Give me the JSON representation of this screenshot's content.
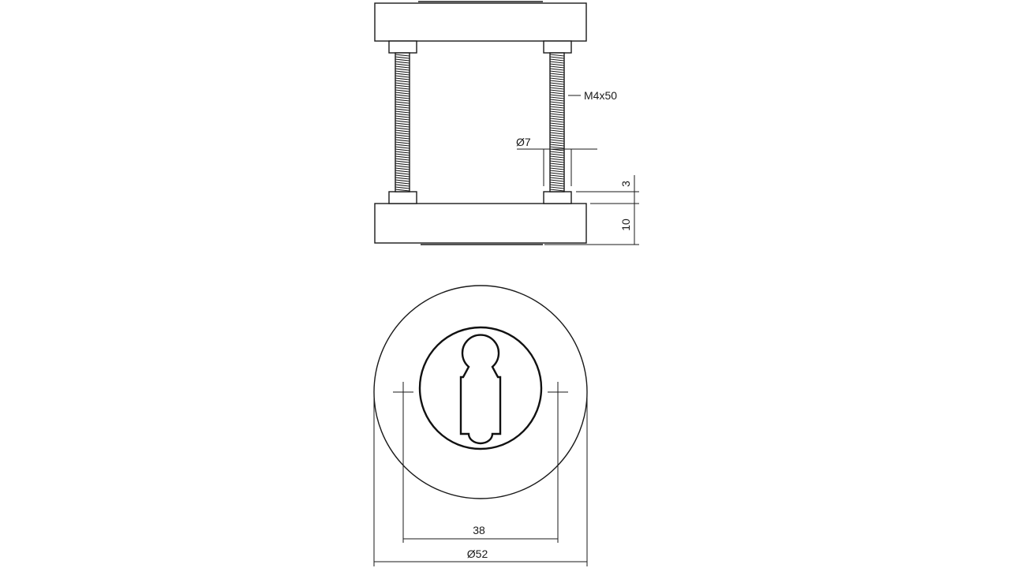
{
  "dimensions": {
    "screw": "M4x50",
    "rosette_diameter": "Ø7",
    "gap": "3",
    "thickness": "10",
    "hole_spacing": "38",
    "outer_diameter": "Ø52"
  },
  "colors": {
    "line": "#1a1a1a",
    "background": "#ffffff"
  }
}
